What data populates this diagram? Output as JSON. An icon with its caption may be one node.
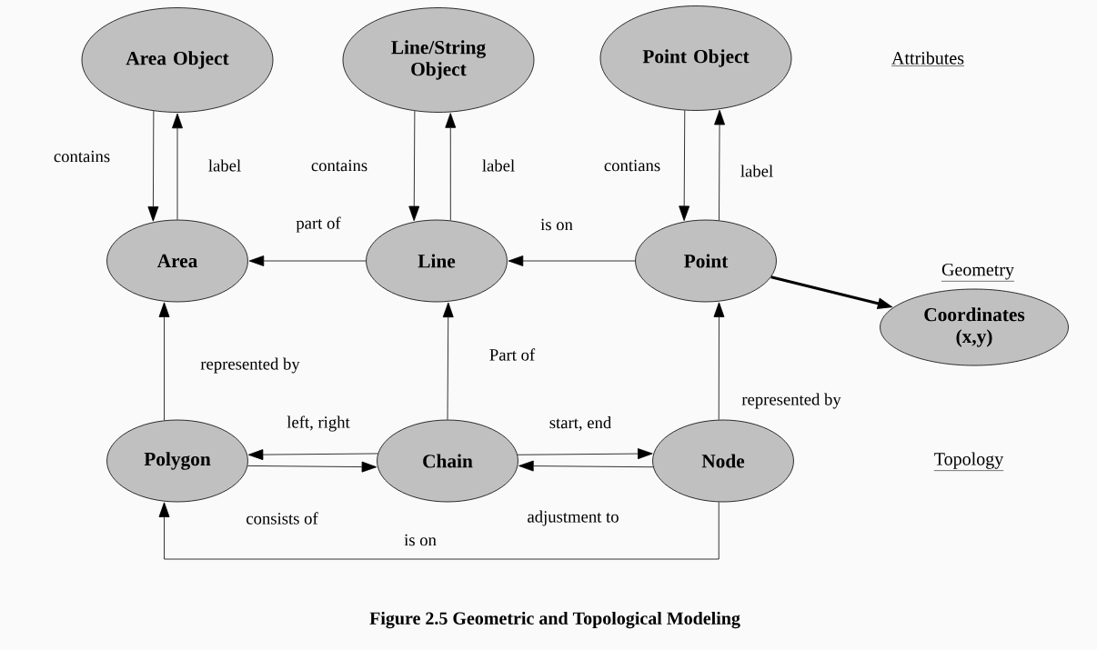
{
  "diagram": {
    "caption": "Figure 2.5 Geometric and Topological Modeling",
    "nodes": [
      {
        "text": [
          "Area Object"
        ]
      },
      {
        "text": [
          "Line/String Object"
        ]
      },
      {
        "text": [
          "Point Object"
        ]
      },
      {
        "text": [
          "Area"
        ]
      },
      {
        "text": [
          "Line"
        ]
      },
      {
        "text": [
          "Point"
        ]
      },
      {
        "text": [
          "Coordinates (x,y)"
        ]
      },
      {
        "text": [
          "Polygon"
        ]
      },
      {
        "text": [
          "Chain"
        ]
      },
      {
        "text": [
          "Node"
        ]
      }
    ],
    "edges": [
      {
        "from": 0,
        "to": 3,
        "arrow": "to",
        "label": "contains"
      },
      {
        "from": 3,
        "to": 0,
        "arrow": "to",
        "label": "label"
      },
      {
        "from": 1,
        "to": 4,
        "arrow": "to",
        "label": "contains"
      },
      {
        "from": 4,
        "to": 1,
        "arrow": "to",
        "label": "label"
      },
      {
        "from": 2,
        "to": 5,
        "arrow": "to",
        "label": "contians"
      },
      {
        "from": 5,
        "to": 2,
        "arrow": "to",
        "label": "label"
      },
      {
        "from": 4,
        "to": 3,
        "arrow": "to",
        "label": "part of"
      },
      {
        "from": 5,
        "to": 4,
        "arrow": "to",
        "label": "is on"
      },
      {
        "from": 5,
        "to": 6,
        "arrow": "to",
        "style": "thick"
      },
      {
        "from": 7,
        "to": 3,
        "arrow": "to",
        "label": "represented by"
      },
      {
        "from": 8,
        "to": 4,
        "arrow": "to",
        "label": "Part of"
      },
      {
        "from": 9,
        "to": 5,
        "arrow": "to",
        "label": "represented by"
      },
      {
        "from": 8,
        "to": 7,
        "arrow": "to",
        "label": "left, right"
      },
      {
        "from": 7,
        "to": 8,
        "arrow": "to",
        "label": "consists of"
      },
      {
        "from": 8,
        "to": 9,
        "arrow": "to",
        "label": "start, end"
      },
      {
        "from": 9,
        "to": 8,
        "arrow": "to",
        "label": "adjustment to"
      },
      {
        "from": 9,
        "to": 7,
        "arrow": "to",
        "label": "is on"
      }
    ],
    "labels": [
      "Attributes",
      "Geometry",
      "Topology"
    ]
  }
}
